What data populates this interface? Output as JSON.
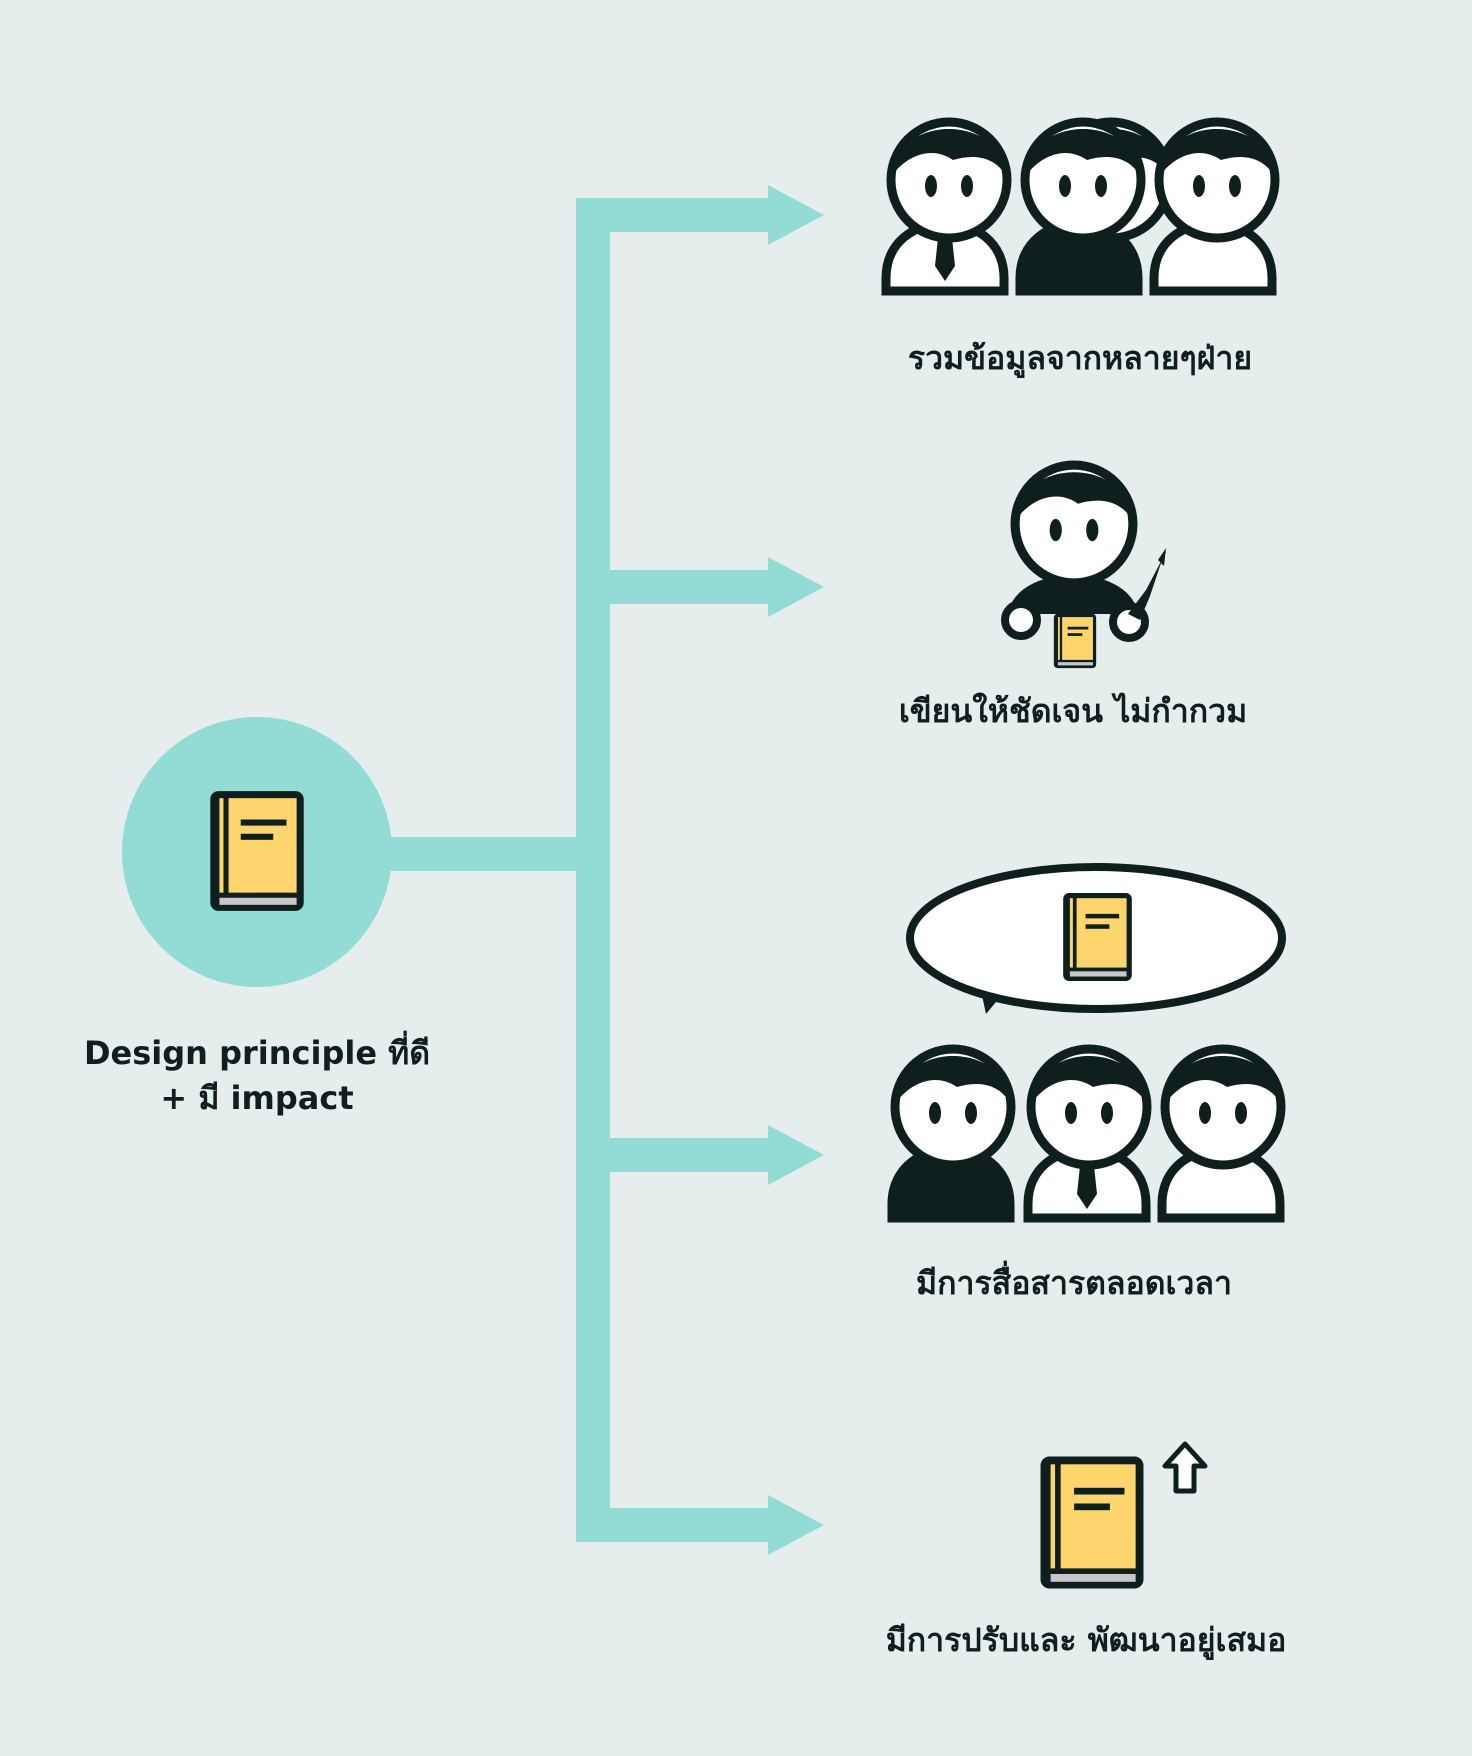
{
  "colors": {
    "background": "#e5eeed",
    "connector": "#93dcd5",
    "ink": "#0f1f1e",
    "book_cover": "#fdd56c",
    "book_pages": "#c7c7c7",
    "figure_fill": "#ffffff"
  },
  "root": {
    "icon": "book-icon",
    "label_line1": "Design principle ที่ดี",
    "label_line2": "+ มี impact"
  },
  "branches": [
    {
      "icon": "group-of-people-icon",
      "label": "รวมข้อมูลจากหลายๆฝ่าย"
    },
    {
      "icon": "person-writing-book-icon",
      "label": "เขียนให้ชัดเจน ไม่กำกวม"
    },
    {
      "icon": "group-discussing-book-icon",
      "label": "มีการสื่อสารตลอดเวลา"
    },
    {
      "icon": "book-improve-arrow-icon",
      "label": "มีการปรับและ พัฒนาอยู่เสมอ"
    }
  ]
}
